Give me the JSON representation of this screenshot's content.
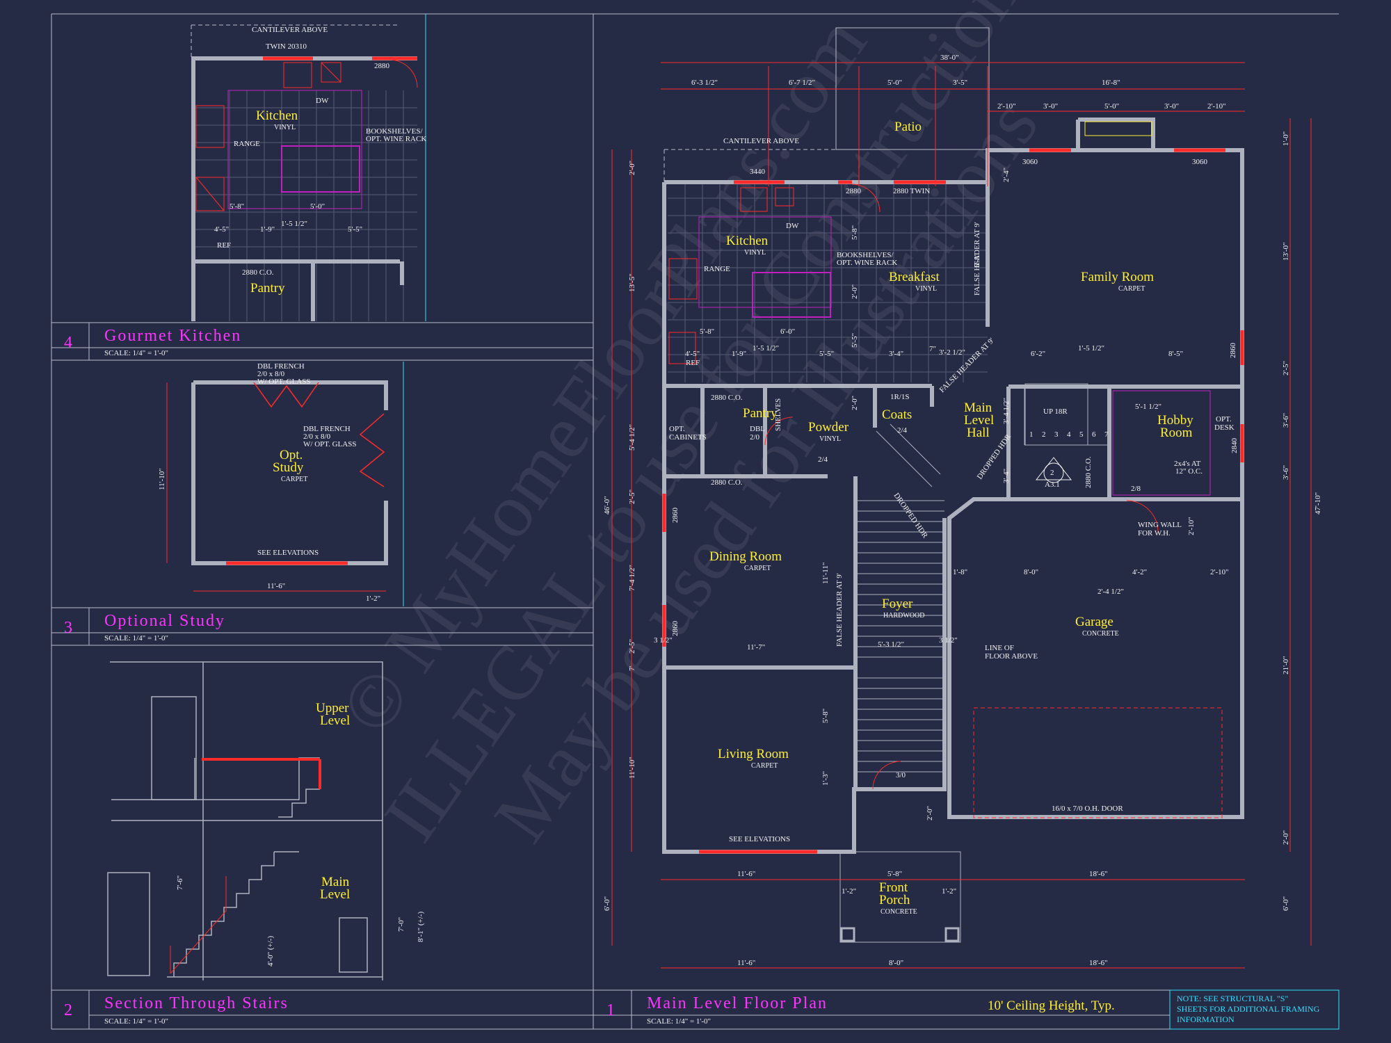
{
  "details": [
    {
      "number": "4",
      "title": "Gourmet Kitchen",
      "scale": "SCALE: 1/4\" = 1'-0\""
    },
    {
      "number": "3",
      "title": "Optional Study",
      "scale": "SCALE: 1/4\" = 1'-0\""
    },
    {
      "number": "2",
      "title": "Section Through Stairs",
      "scale": "SCALE: 1/4\" = 1'-0\""
    },
    {
      "number": "1",
      "title": "Main Level Floor Plan",
      "scale": "SCALE: 1/4\" = 1'-0\""
    }
  ],
  "ceiling": "10' Ceiling Height, Typ.",
  "note": [
    "NOTE: SEE STRUCTURAL \"S\"",
    "SHEETS FOR ADDITIONAL FRAMING",
    "INFORMATION"
  ],
  "watermark": [
    "© MyHomeFloorPlans.com",
    "ILLEGAL to use for Construction",
    "May be used for Illustrations"
  ],
  "kitchen_detail": {
    "cantilever": "CANTILEVER ABOVE",
    "twin": "TWIN 20310",
    "w2880": "2880",
    "kitchen": "Kitchen",
    "vinyl": "VINYL",
    "dw": "DW",
    "range": "RANGE",
    "bookshelves": "BOOKSHELVES/",
    "wine": "OPT. WINE RACK",
    "d58": "5'-8\"",
    "d50": "5'-0\"",
    "d45": "4'-5\"",
    "d19": "1'-9\"",
    "d1512": "1'-5 1/2\"",
    "d55": "5'-5\"",
    "ref": "REF",
    "co": "2880 C.O.",
    "pantry": "Pantry"
  },
  "study_detail": {
    "dbl1": "DBL FRENCH",
    "dbl2": "2/0 x 8/0",
    "dbl3": "W/ OPT. GLASS",
    "opt": "Opt.",
    "study": "Study",
    "carpet": "CARPET",
    "elev": "SEE ELEVATIONS",
    "w116": "11'-6\"",
    "h1110": "11'-10\"",
    "d12": "1'-2\""
  },
  "section_detail": {
    "upper1": "Upper",
    "upper2": "Level",
    "main1": "Main",
    "main2": "Level",
    "d76": "7'-6\"",
    "d70": "7'-0\"",
    "d40": "4'-0\" (+/-)",
    "d81": "8'-1\" (+/-)"
  },
  "plan": {
    "patio": "Patio",
    "cantilever": "CANTILEVER ABOVE",
    "w3440": "3440",
    "w2880": "2880",
    "w2880twin": "2880 TWIN",
    "w3060a": "3060",
    "w3060b": "3060",
    "kitchen": "Kitchen",
    "k_vinyl": "VINYL",
    "dw": "DW",
    "range": "RANGE",
    "bookshelves": "BOOKSHELVES/",
    "wine": "OPT. WINE RACK",
    "breakfast": "Breakfast",
    "b_vinyl": "VINYL",
    "false1": "FALSE HEADER AT 9'",
    "false2": "FALSE HEADER AT 9'",
    "family": "Family Room",
    "f_carpet": "CARPET",
    "pantry": "Pantry",
    "dbl": "DBL",
    "dbl2": "2/0",
    "shelves": "SHELVES",
    "opt_cab1": "OPT.",
    "opt_cab2": "CABINETS",
    "ref": "REF",
    "powder": "Powder",
    "p_vinyl": "VINYL",
    "coats": "Coats",
    "r1s": "1R/1S",
    "d24": "2/4",
    "d24b": "2/4",
    "main1": "Main",
    "main2": "Level",
    "main3": "Hall",
    "up": "UP 18R",
    "steps": [
      "1",
      "2",
      "3",
      "4",
      "5",
      "6",
      "7"
    ],
    "a31": "A3.1",
    "two": "2",
    "hobby1": "Hobby",
    "hobby2": "Room",
    "optdesk1": "OPT.",
    "optdesk2": "DESK",
    "w2840": "2840",
    "studs1": "2x4's AT",
    "studs2": "12\" O.C.",
    "d28": "2/8",
    "dropped1": "DROPPED HDR",
    "dropped2": "DROPPED HDR",
    "co1": "2880 C.O.",
    "co2": "2880 C.O.",
    "co3": "2880 C.O.",
    "dining": "Dining Room",
    "d_carpet": "CARPET",
    "foyer": "Foyer",
    "foyer_hw": "HARDWOOD",
    "false3": "FALSE HEADER AT 9'",
    "living": "Living Room",
    "l_carpet": "CARPET",
    "elev": "SEE ELEVATIONS",
    "d30": "3/0",
    "w2860a": "2860",
    "w2860b": "2860",
    "w2860c": "2860",
    "garage": "Garage",
    "g_concrete": "CONCRETE",
    "ohdoor": "16/0 x 7/0 O.H. DOOR",
    "wing1": "WING WALL",
    "wing2": "FOR W.H.",
    "line1": "LINE OF",
    "line2": "FLOOR ABOVE",
    "porch1": "Front",
    "porch2": "Porch",
    "p_concrete": "CONCRETE"
  },
  "plan_dims": {
    "top_total": "38'-0\"",
    "top_row": [
      "6'-3 1/2\"",
      "6'-7 1/2\"",
      "5'-0\"",
      "3'-5\"",
      "16'-8\""
    ],
    "top_fam": [
      "2'-10\"",
      "3'-0\"",
      "5'-0\"",
      "3'-0\"",
      "2'-10\""
    ],
    "left_total": "46'-0\"",
    "left": [
      "2'-0\"",
      "13'-5\"",
      "5'-4 1/2\"",
      "2'-5\"",
      "7'-4 1/2\"",
      "2'-5\"",
      "7'",
      "11'-10\"",
      "6'-0\""
    ],
    "right_total": "47'-10\"",
    "right": [
      "1'-0\"",
      "13'-0\"",
      "2'-5\"",
      "3'-6\"",
      "3'-6\"",
      "21'-0\"",
      "2'-0\"",
      "6'-0\""
    ],
    "bottom1": [
      "11'-6\"",
      "5'-8\"",
      "18'-6\""
    ],
    "bottom2": [
      "11'-6\"",
      "8'-0\"",
      "18'-6\""
    ],
    "misc": [
      "1'-2\"",
      "1'-2\"",
      "5'-8\"",
      "6'-0\"",
      "4'-5\"",
      "1'-9\"",
      "1'-5 1/2\"",
      "5'-5\"",
      "3'-4\"",
      "7\"",
      "3'-2 1/2\"",
      "6'-2\"",
      "1'-5 1/2\"",
      "8'-5\"",
      "11'-11\"",
      "11'-7\"",
      "3 1/2\"",
      "5'-3 1/2\"",
      "3 1/2\"",
      "5'-8\"",
      "1'-3\"",
      "2'-0\"",
      "1'-8\"",
      "8'-0\"",
      "4'-2\"",
      "2'-10\"",
      "2'-4 1/2\"",
      "2'-10\"",
      "5'-1 1/2\"",
      "3'-4 1/2\"",
      "3'-4\"",
      "2'-4\"",
      "5'-8\"",
      "2'-0\"",
      "5'-5\"",
      "5'-8\"",
      "2'-0\""
    ]
  }
}
